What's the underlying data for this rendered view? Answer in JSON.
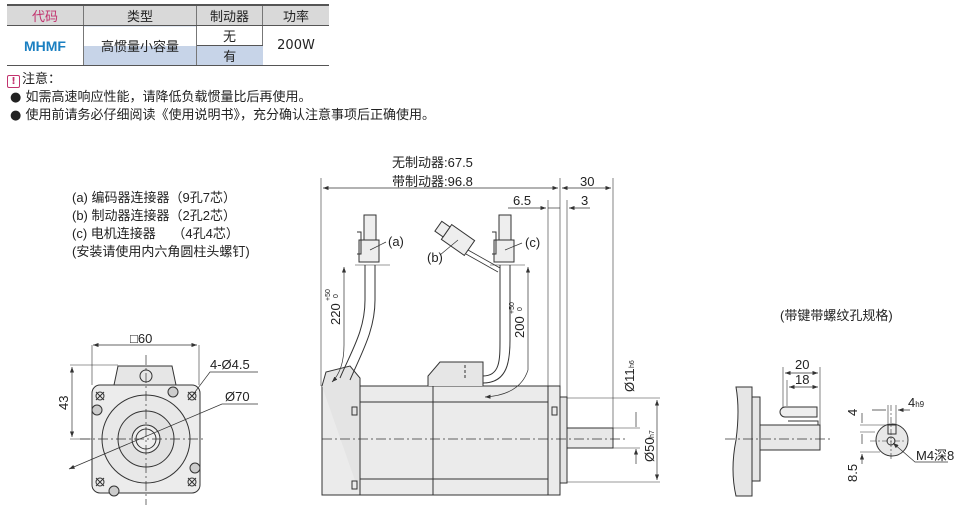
{
  "table": {
    "headers": [
      "代码",
      "类型",
      "制动器",
      "功率"
    ],
    "code": "MHMF",
    "type": "高惯量小容量",
    "brake_options": [
      "无",
      "有"
    ],
    "power": "200W"
  },
  "notes": {
    "title": "注意：",
    "items": [
      "如需高速响应性能，请降低负载惯量比后再使用。",
      "使用前请务必仔细阅读《使用说明书》，充分确认注意事项后正确使用。"
    ]
  },
  "legend": [
    "(a) 编码器连接器（9孔7芯）",
    "(b) 制动器连接器（2孔2芯）",
    "(c) 电机连接器　 （4孔4芯）",
    "(安装请使用内六角圆柱头螺钉)"
  ],
  "front_view": {
    "square": "□60",
    "height": "43",
    "holes": "4-Ø4.5",
    "pcd": "Ø70"
  },
  "side_view": {
    "length_no_brake": "无制动器:67.5",
    "length_brake": "带制动器:96.8",
    "shaft_length": "30",
    "dim_6_5": "6.5",
    "dim_3": "3",
    "label_a": "(a)",
    "label_b": "(b)",
    "label_c": "(c)",
    "cable_a": "220",
    "cable_a_tol_upper": "+50",
    "cable_a_tol_lower": "0",
    "cable_c": "200",
    "cable_c_tol_upper": "+50",
    "cable_c_tol_lower": "0",
    "shaft_dia": "Ø11",
    "shaft_tol": "h6",
    "spigot_dia": "Ø50",
    "spigot_tol": "h7"
  },
  "key_view": {
    "title": "(带键带螺纹孔规格)",
    "dim_20": "20",
    "dim_18": "18",
    "dim_4": "4",
    "key_width": "4",
    "key_tol": "h9",
    "dim_8_5": "8.5",
    "thread": "M4深8"
  }
}
